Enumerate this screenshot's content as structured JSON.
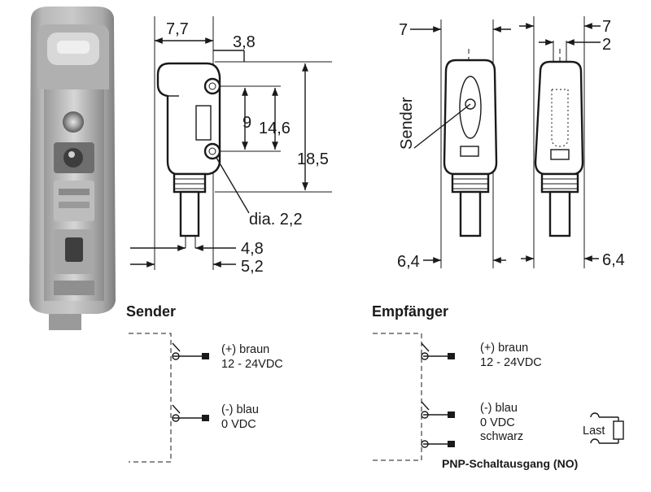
{
  "dimensions": {
    "width_7_7": "7,7",
    "offset_3_8": "3,8",
    "pitch_9": "9",
    "height_14_6": "14,6",
    "height_18_5": "18,5",
    "hole_dia": "dia. 2,2",
    "depth_4_8": "4,8",
    "depth_5_2": "5,2",
    "front_7": "7",
    "sender_callout": "Sender",
    "front_6_4": "6,4",
    "rear_7": "7",
    "rear_2": "2",
    "rear_6_4": "6,4"
  },
  "sender": {
    "title": "Sender",
    "plus_label": "(+) braun",
    "plus_voltage": "12 - 24VDC",
    "minus_label": "(-) blau",
    "minus_voltage": "0 VDC"
  },
  "empfaenger": {
    "title": "Empfänger",
    "plus_label": "(+) braun",
    "plus_voltage": "12 - 24VDC",
    "minus_label": "(-) blau",
    "minus_voltage": "0 VDC",
    "output_label": "schwarz",
    "load_label": "Last",
    "footer": "PNP-Schaltausgang (NO)"
  }
}
